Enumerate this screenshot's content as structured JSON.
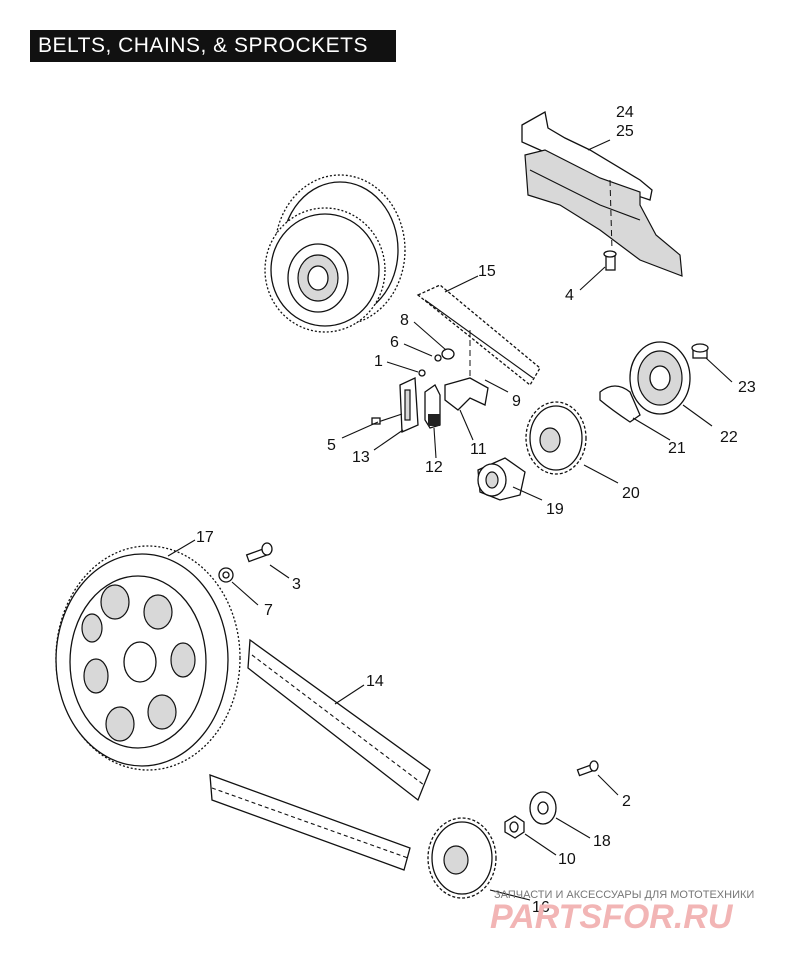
{
  "title": "BELTS, CHAINS, & SPROCKETS",
  "callouts": [
    {
      "id": "c24",
      "text": "24"
    },
    {
      "id": "c25",
      "text": "25"
    },
    {
      "id": "c4",
      "text": "4"
    },
    {
      "id": "c15",
      "text": "15"
    },
    {
      "id": "c8",
      "text": "8"
    },
    {
      "id": "c6",
      "text": "6"
    },
    {
      "id": "c1",
      "text": "1"
    },
    {
      "id": "c9",
      "text": "9"
    },
    {
      "id": "c5",
      "text": "5"
    },
    {
      "id": "c13",
      "text": "13"
    },
    {
      "id": "c12",
      "text": "12"
    },
    {
      "id": "c11",
      "text": "11"
    },
    {
      "id": "c23",
      "text": "23"
    },
    {
      "id": "c22",
      "text": "22"
    },
    {
      "id": "c21",
      "text": "21"
    },
    {
      "id": "c20",
      "text": "20"
    },
    {
      "id": "c19",
      "text": "19"
    },
    {
      "id": "c17",
      "text": "17"
    },
    {
      "id": "c3",
      "text": "3"
    },
    {
      "id": "c7",
      "text": "7"
    },
    {
      "id": "c14",
      "text": "14"
    },
    {
      "id": "c2",
      "text": "2"
    },
    {
      "id": "c18",
      "text": "18"
    },
    {
      "id": "c10",
      "text": "10"
    },
    {
      "id": "c16",
      "text": "16"
    }
  ],
  "watermark": {
    "caption": "ЗАПЧАСТИ И АКСЕССУАРЫ ДЛЯ МОТОТЕХНИКИ",
    "logo": "PARTSFOR.RU"
  },
  "colors": {
    "line": "#111111",
    "title_bg": "#111111",
    "title_fg": "#ffffff",
    "watermark_logo": "#f2b5b5"
  }
}
